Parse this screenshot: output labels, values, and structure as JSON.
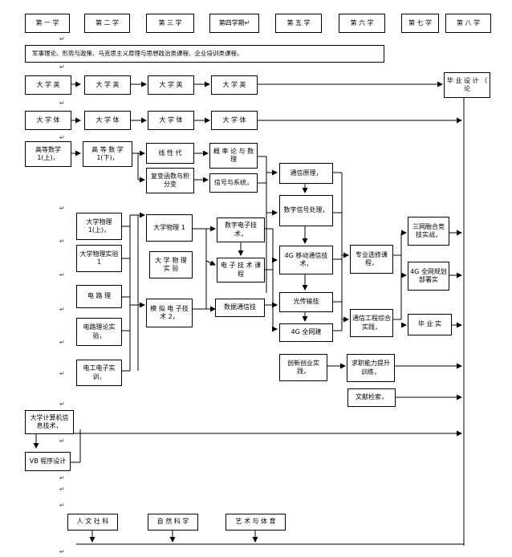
{
  "semesters": [
    "第 一 学",
    "第 二 学",
    "第 三 学",
    "第四学期↵",
    "第 五 学",
    "第 六 学",
    "第 七 学",
    "第 八 学"
  ],
  "politics": "军事理论、形势与政策、马克思主义原理与思想政治类课程、企业培训类课程，",
  "english": [
    "大 学 英",
    "大 学 英",
    "大 学 英",
    "大 学 英"
  ],
  "pe": [
    "大 学 体",
    "大 学 体",
    "大 学 体",
    "大 学 体"
  ],
  "graduation_design": "毕 业 设 计 （ 论",
  "math": {
    "math_up": "高等数学 1(上)，",
    "math_down": "高 等 数 学 1(下)，",
    "linear": "线 性 代",
    "complex": "复变函数与积分变",
    "prob": "概 率 论 与 数 理",
    "signals": "信号与系统，"
  },
  "physics": {
    "phys_up": "大学物理 1(上)，",
    "phys_lab": "大学物理实验 1",
    "phys1": "大学物理 1",
    "phys_lab2": "大 学 物 理 实 验"
  },
  "circuits": {
    "circuit": "电 路 理",
    "circuit_lab": "电路理论实验，",
    "electrician": "电工电子实训，",
    "analog": "模 拟 电 子技术 2，"
  },
  "digital": {
    "digital_electronics": "数字电子技术，",
    "electronics_course": "电 子 技 术 课 程",
    "data_comm": "数据通信技"
  },
  "comm": {
    "comm_principles": "通信原理，",
    "dsp": "数字信号处理，",
    "mobile_4g": "4G 移动通信技术，",
    "fiber": "光传输技",
    "all_network_4g": "4G 全网建"
  },
  "advanced": {
    "elective": "专业选修课程，",
    "comm_engineering": "通信工程综合实践，",
    "triple_network": "三网融合竞技实战，",
    "planning_4g": "4G 全网规划部署实",
    "internship": "毕 业 实"
  },
  "innovation": {
    "entrepreneurship": "创新创业实践，",
    "job_skills": "求职能力提升训练，",
    "literature": "文献检索，"
  },
  "computer": {
    "computer_info": "大学计算机信息技术，",
    "vb": "VB 程序设计"
  },
  "general": [
    "人 文 社 科",
    "自 然 科 学",
    "艺 术 与 体 育"
  ],
  "para_mark": "↵"
}
